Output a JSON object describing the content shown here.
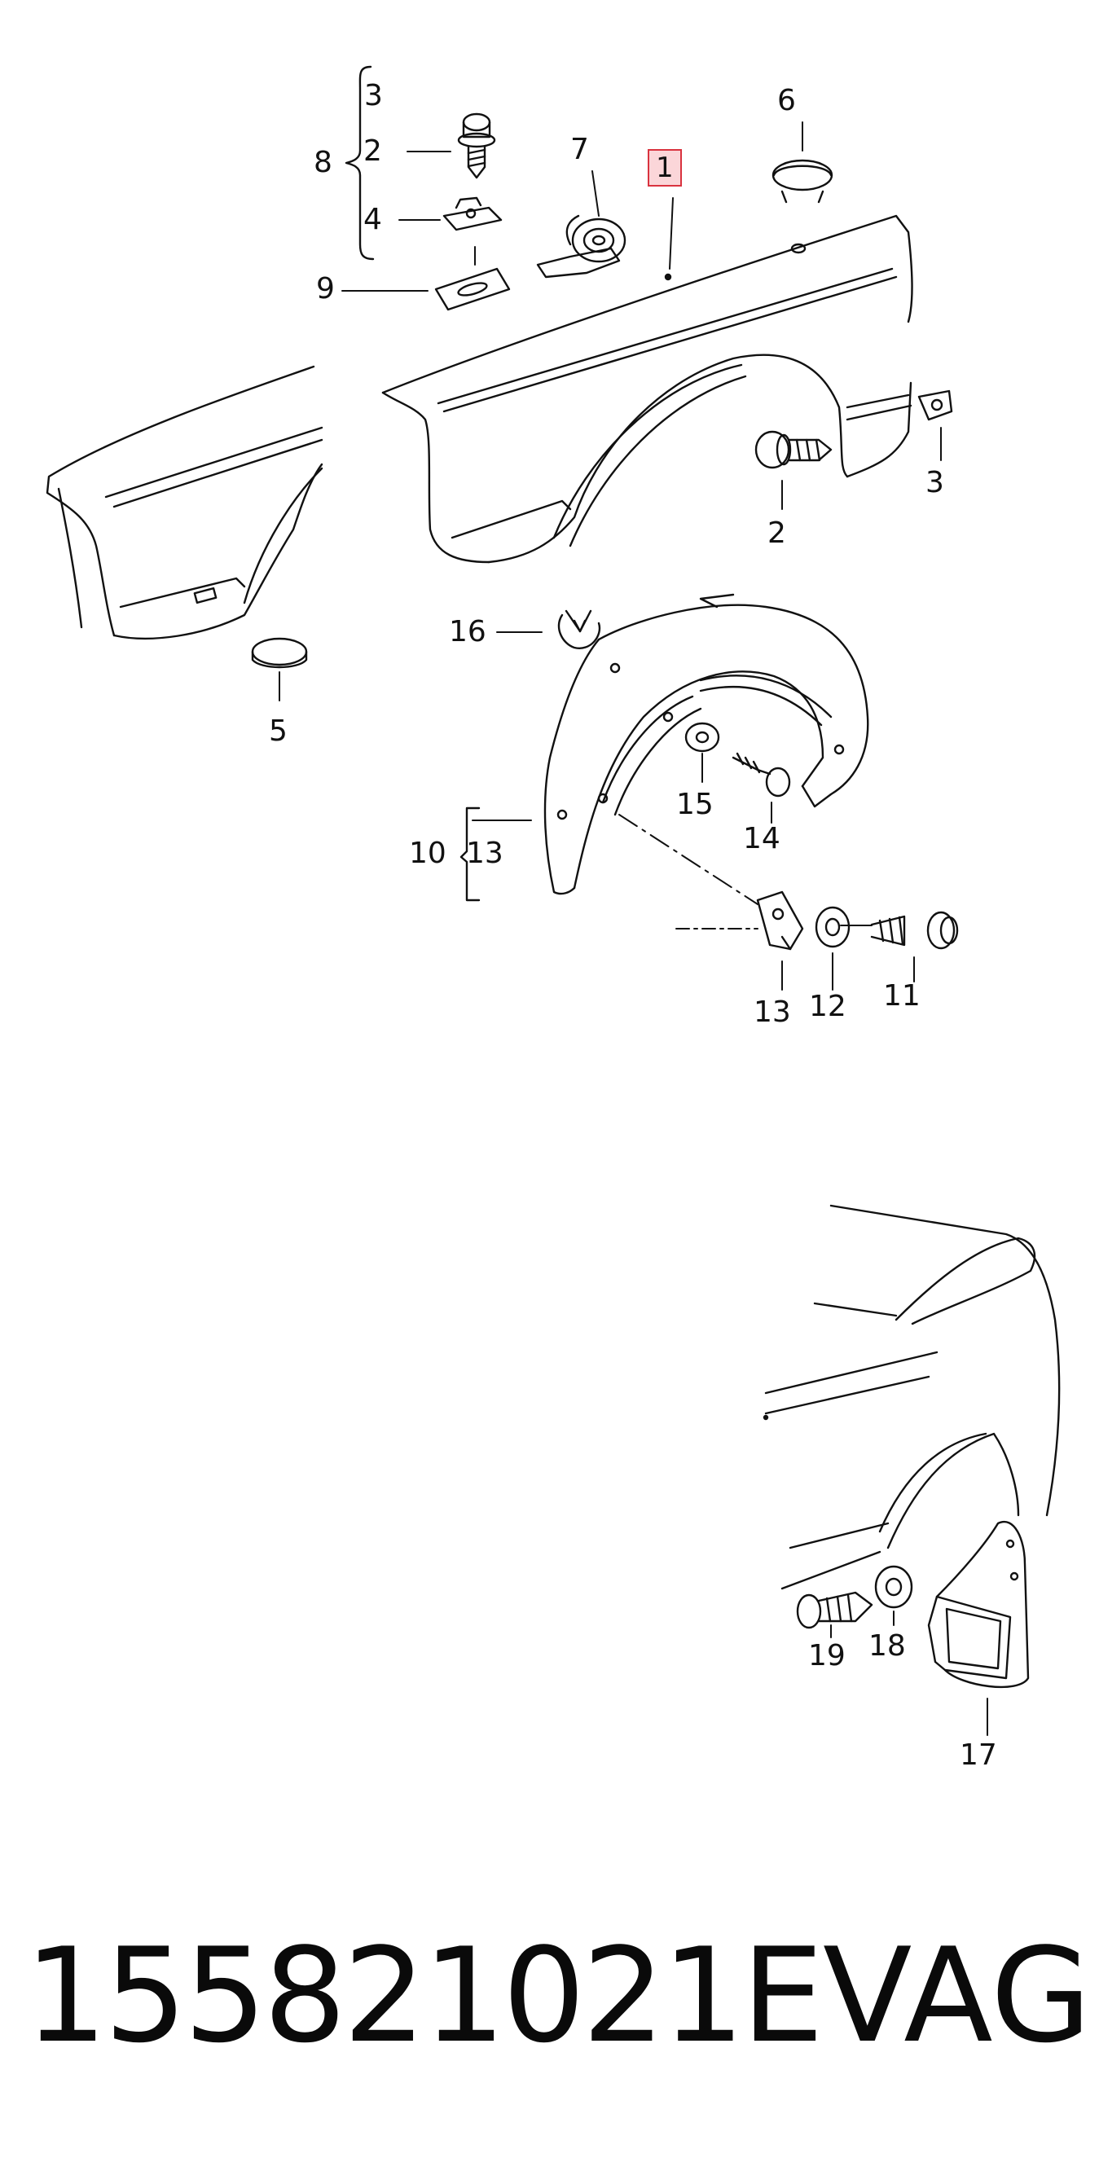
{
  "labels": {
    "l1": "1",
    "l2a": "2",
    "l2b": "2",
    "l3a": "3",
    "l3b": "3",
    "l4": "4",
    "l5": "5",
    "l6": "6",
    "l7": "7",
    "l8": "8",
    "l9": "9",
    "l10": "10",
    "l11": "11",
    "l12": "12",
    "l13a": "13",
    "l13b": "13",
    "l14": "14",
    "l15": "15",
    "l16": "16",
    "l17": "17",
    "l18": "18",
    "l19": "19"
  },
  "highlight_color": "#fbd6d9",
  "footer": {
    "part_number": "155821021E",
    "brand": "VAG"
  }
}
